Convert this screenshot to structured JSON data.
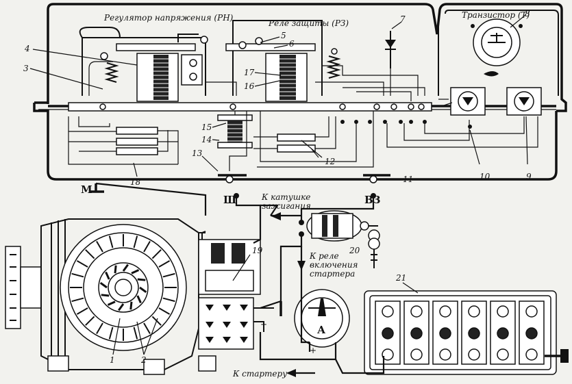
{
  "labels": {
    "voltage_regulator": "Регулятор напряжения (РН)",
    "protection_relay": "Реле защиты (РЗ)",
    "transistor": "Транзистор (Т)",
    "to_ignition_coil_1": "К катушке",
    "to_ignition_coil_2": "зажигания",
    "to_starter_relay_1": "К реле",
    "to_starter_relay_2": "включения",
    "to_starter_relay_3": "стартера",
    "to_starter": "К стартеру",
    "terminal_m": "М",
    "terminal_sh": "Ш",
    "terminal_vz": "ВЗ",
    "ammeter": "А",
    "plus": "+",
    "minus": "−"
  },
  "callouts": {
    "n1": "1",
    "n2": "2",
    "n3": "3",
    "n4": "4",
    "n5": "5",
    "n6": "6",
    "n7": "7",
    "n8": "8",
    "n9": "9",
    "n10": "10",
    "n11": "11",
    "n12": "12",
    "n13": "13",
    "n14": "14",
    "n15": "15",
    "n16": "16",
    "n17": "17",
    "n18": "18",
    "n19": "19",
    "n20": "20",
    "n21": "21"
  }
}
